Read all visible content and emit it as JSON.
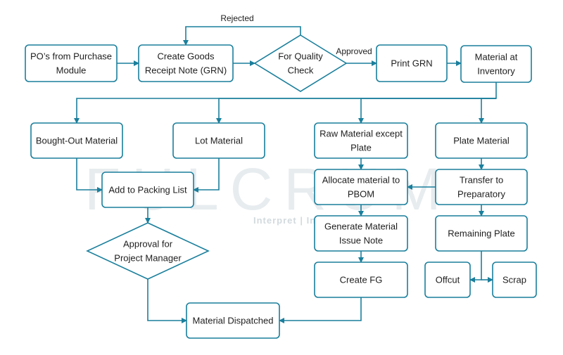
{
  "watermark": {
    "brand": "FULCRUM",
    "tagline": "Interpret | Integrate | Evaluate"
  },
  "colors": {
    "stroke": "#1a7f9c",
    "text": "#1e1e1e"
  },
  "nodes": {
    "po": {
      "type": "rect",
      "lines": [
        "PO’s from Purchase",
        "Module"
      ]
    },
    "grn": {
      "type": "rect",
      "lines": [
        "Create Goods",
        "Receipt Note (GRN)"
      ]
    },
    "qc": {
      "type": "diamond",
      "lines": [
        "For Quality",
        "Check"
      ]
    },
    "print": {
      "type": "rect",
      "lines": [
        "Print GRN"
      ]
    },
    "inventory": {
      "type": "rect",
      "lines": [
        "Material at",
        "Inventory"
      ]
    },
    "boughtout": {
      "type": "rect",
      "lines": [
        "Bought-Out Material"
      ]
    },
    "lot": {
      "type": "rect",
      "lines": [
        "Lot Material"
      ]
    },
    "raw": {
      "type": "rect",
      "lines": [
        "Raw Material except",
        "Plate"
      ]
    },
    "plate": {
      "type": "rect",
      "lines": [
        "Plate Material"
      ]
    },
    "packing": {
      "type": "rect",
      "lines": [
        "Add to Packing List"
      ]
    },
    "allocate": {
      "type": "rect",
      "lines": [
        "Allocate material to",
        "PBOM"
      ]
    },
    "transfer": {
      "type": "rect",
      "lines": [
        "Transfer to",
        "Preparatory"
      ]
    },
    "approval": {
      "type": "diamond",
      "lines": [
        "Approval for",
        "Project Manager"
      ]
    },
    "gmin": {
      "type": "rect",
      "lines": [
        "Generate Material",
        "Issue Note"
      ]
    },
    "remaining": {
      "type": "rect",
      "lines": [
        "Remaining Plate"
      ]
    },
    "offcut": {
      "type": "rect",
      "lines": [
        "Offcut"
      ]
    },
    "scrap": {
      "type": "rect",
      "lines": [
        "Scrap"
      ]
    },
    "fg": {
      "type": "rect",
      "lines": [
        "Create FG"
      ]
    },
    "dispatched": {
      "type": "rect",
      "lines": [
        "Material Dispatched"
      ]
    }
  },
  "edges": [
    {
      "from": "po",
      "to": "grn",
      "label": ""
    },
    {
      "from": "grn",
      "to": "qc",
      "label": ""
    },
    {
      "from": "qc",
      "to": "grn",
      "label": "Rejected"
    },
    {
      "from": "qc",
      "to": "print",
      "label": "Approved"
    },
    {
      "from": "print",
      "to": "inventory",
      "label": ""
    },
    {
      "from": "inventory",
      "to": "boughtout",
      "label": ""
    },
    {
      "from": "inventory",
      "to": "lot",
      "label": ""
    },
    {
      "from": "inventory",
      "to": "raw",
      "label": ""
    },
    {
      "from": "inventory",
      "to": "plate",
      "label": ""
    },
    {
      "from": "boughtout",
      "to": "packing",
      "label": ""
    },
    {
      "from": "lot",
      "to": "packing",
      "label": ""
    },
    {
      "from": "packing",
      "to": "approval",
      "label": ""
    },
    {
      "from": "approval",
      "to": "dispatched",
      "label": ""
    },
    {
      "from": "raw",
      "to": "allocate",
      "label": ""
    },
    {
      "from": "plate",
      "to": "transfer",
      "label": ""
    },
    {
      "from": "transfer",
      "to": "allocate",
      "label": ""
    },
    {
      "from": "allocate",
      "to": "gmin",
      "label": ""
    },
    {
      "from": "gmin",
      "to": "fg",
      "label": ""
    },
    {
      "from": "fg",
      "to": "dispatched",
      "label": ""
    },
    {
      "from": "transfer",
      "to": "remaining",
      "label": ""
    },
    {
      "from": "remaining",
      "to": "offcut",
      "label": ""
    },
    {
      "from": "remaining",
      "to": "scrap",
      "label": ""
    }
  ]
}
